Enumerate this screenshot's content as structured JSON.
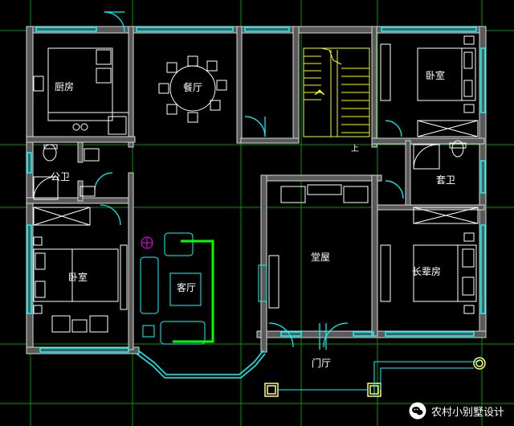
{
  "rooms": {
    "kitchen": "厨房",
    "dining": "餐厅",
    "bedroom_ne": "卧室",
    "public_wc": "公卫",
    "ensuite_wc": "套卫",
    "bedroom_w": "卧室",
    "living": "客厅",
    "hall": "堂屋",
    "elder_room": "长辈房",
    "entry": "门厅"
  },
  "stair_mark": "上",
  "watermark": {
    "text": "农村小别墅设计",
    "icon": "wechat-icon"
  },
  "colors": {
    "background": "#000000",
    "wall_fill": "#5a5a5a",
    "window": "#00ffff",
    "stair": "#ffff00",
    "green_line": "#00ff00",
    "furniture": "#ffffff",
    "post": "#ffff66"
  }
}
